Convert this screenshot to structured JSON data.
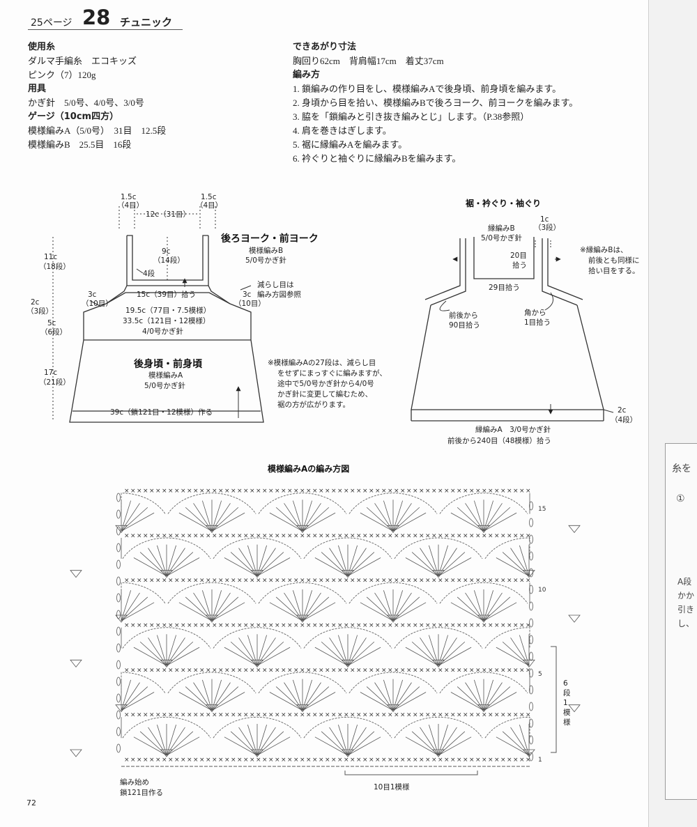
{
  "header": {
    "page_ref": "25ページ",
    "number": "28",
    "title": "チュニック"
  },
  "left_info": {
    "yarn_heading": "使用糸",
    "yarn_line1": "ダルマ手編糸　エコキッズ",
    "yarn_line2": "ピンク（7）120g",
    "tools_heading": "用具",
    "tools_line": "かぎ針　5/0号、4/0号、3/0号",
    "gauge_heading": "ゲージ（10cm四方）",
    "gauge_line1": "模様編みA（5/0号）　31目　12.5段",
    "gauge_line2": "模様編みB　25.5目　16段"
  },
  "right_info": {
    "size_heading": "できあがり寸法",
    "size_line": "胸回り62cm　背肩幅17cm　着丈37cm",
    "method_heading": "編み方",
    "steps": [
      "1. 鎖編みの作り目をし、模様編みAで後身頃、前身頃を編みます。",
      "2. 身頃から目を拾い、模様編みBで後ろヨーク、前ヨークを編みます。",
      "3. 脇を「鎖編みと引き抜き編みとじ」します。（P.38参照）",
      "4. 肩を巻きはぎします。",
      "5. 裾に縁編みAを編みます。",
      "6. 衿ぐりと袖ぐりに縁編みBを編みます。"
    ]
  },
  "body_diagram": {
    "top_left_w": "1.5c",
    "top_left_r": "（4目）",
    "top_right_w": "1.5c",
    "top_right_r": "（4目）",
    "neck_w": "12c（31目）",
    "yoke_title": "後ろヨーク・前ヨーク",
    "yoke_pattern": "模様編みB",
    "yoke_hook": "5/0号かぎ針",
    "h11": "11c",
    "h11r": "（18段）",
    "h9": "9c",
    "h9r": "（14段）",
    "r4": "4段",
    "pick15": "15c（39目）拾う",
    "w3l": "3c",
    "w3lr": "（10目）",
    "w3r": "3c",
    "w3rr": "（10目）",
    "dec_note1": "減らし目は",
    "dec_note2": "編み方図参照",
    "h2": "2c",
    "h2r": "（3段）",
    "h5": "5c",
    "h5r": "（6段）",
    "w195": "19.5c（77目・7.5模様）",
    "w335": "33.5c（121目・12模様）",
    "hook4": "4/0号かぎ針",
    "body_title": "後身頃・前身頃",
    "body_pattern": "模様編みA",
    "body_hook": "5/0号かぎ針",
    "h17": "17c",
    "h17r": "（21段）",
    "cast_on": "39c（鎖121目・12模様）作る",
    "note1": "※模様編みAの27段は、減らし目",
    "note2": "をせずにまっすぐに編みますが、",
    "note3": "途中で5/0号かぎ針から4/0号",
    "note4": "かぎ針に変更して編むため、",
    "note5": "裾の方が広がります。"
  },
  "edge_diagram": {
    "title": "裾・衿ぐり・袖ぐり",
    "edge_b": "縁編みB",
    "hook5": "5/0号かぎ針",
    "w1": "1c",
    "w1r": "（3段）",
    "p20": "20目",
    "p20b": "拾う",
    "p29": "29目拾う",
    "front_back1": "前後から",
    "front_back2": "90目拾う",
    "corner1": "角から",
    "corner2": "1目拾う",
    "note1": "※縁編みBは、",
    "note2": "前後とも同様に",
    "note3": "拾い目をする。",
    "h2": "2c",
    "h2r": "（4段）",
    "edge_a": "縁編みA　3/0号かぎ針",
    "pick240": "前後から240目（48模様）拾う"
  },
  "chart": {
    "title": "模様編みAの編み方図",
    "row15": "15",
    "row10": "10",
    "row5": "5",
    "row1": "1",
    "repeat_v1": "6",
    "repeat_v2": "段",
    "repeat_v3": "1",
    "repeat_v4": "模",
    "repeat_v5": "様",
    "start1": "編み始め",
    "start2": "鎖121目作る",
    "repeat_h": "10目1模様"
  },
  "gutter": {
    "label1": "糸を",
    "label2": "①",
    "t1": "A段",
    "t2": "かか",
    "t3": "引き",
    "t4": "し、"
  },
  "page_number": "72"
}
